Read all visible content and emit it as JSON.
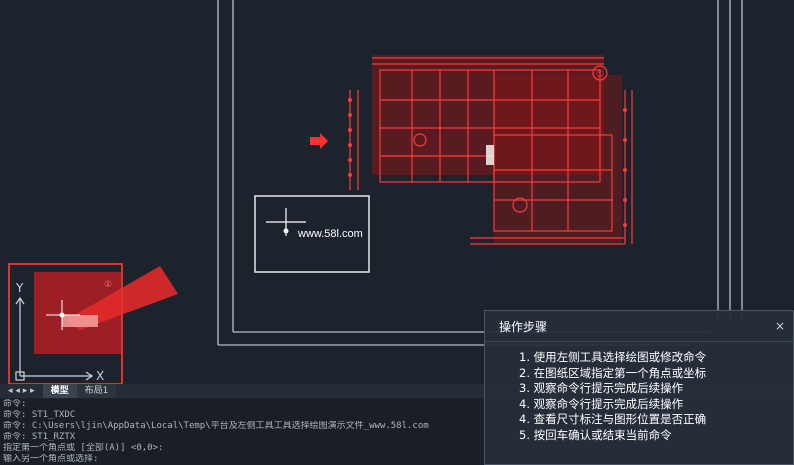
{
  "drawing": {
    "watermark_text": "www.58l.com",
    "marker_number": "①",
    "axis_x_label": "X",
    "axis_y_label": "Y"
  },
  "tabs": [
    {
      "label": "模型",
      "active": true
    },
    {
      "label": "布局1",
      "active": false
    }
  ],
  "command_lines": [
    "命令:",
    "命令: ST1_TXDC",
    "命令: C:\\Users\\ljin\\AppData\\Local\\Temp\\平台及左侧工具工具选择绘图演示文件_www.58l.com",
    "命令: ST1_RZTX",
    "指定第一个角点或 [全部(A)] <0,0>:",
    "输入另一个角点或选择:"
  ],
  "panel": {
    "title": "操作步骤",
    "close_icon": "×",
    "steps": [
      "1. 使用左侧工具选择绘图或修改命令",
      "2. 在图纸区域指定第一个角点或坐标",
      "3. 观察命令行提示完成后续操作",
      "4. 观察命令行提示完成后续操作",
      "4. 查看尺寸标注与图形位置是否正确",
      "5. 按回车确认或结束当前命令"
    ]
  },
  "colors": {
    "background": "#1c232d",
    "highlight_red": "#e53030",
    "frame_line": "#c8cdd3",
    "panel_bg": "#262e3a"
  }
}
